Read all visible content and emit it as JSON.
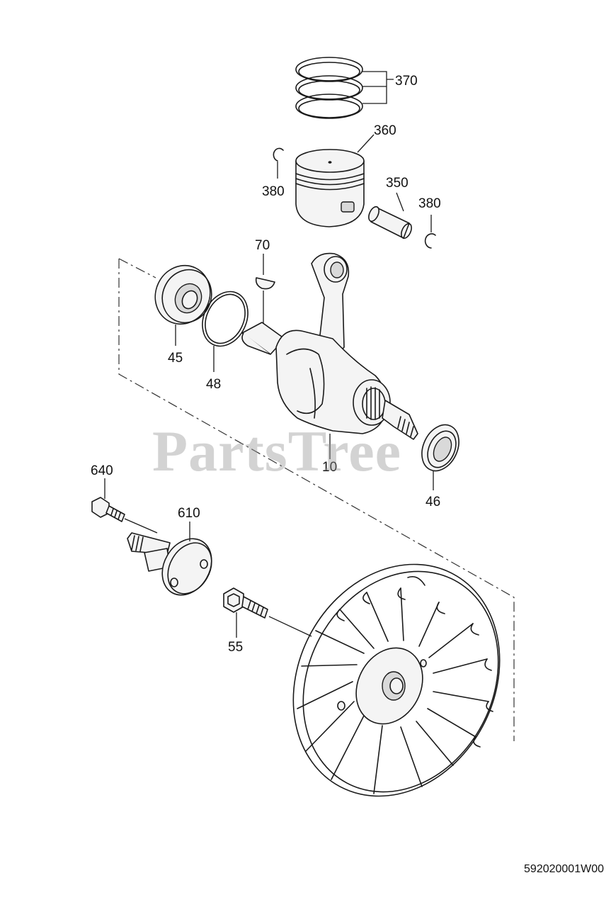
{
  "callouts": [
    {
      "id": "370",
      "text": "370"
    },
    {
      "id": "360",
      "text": "360"
    },
    {
      "id": "380a",
      "text": "380"
    },
    {
      "id": "350",
      "text": "350"
    },
    {
      "id": "380b",
      "text": "380"
    },
    {
      "id": "70",
      "text": "70"
    },
    {
      "id": "45",
      "text": "45"
    },
    {
      "id": "48",
      "text": "48"
    },
    {
      "id": "10",
      "text": "10"
    },
    {
      "id": "46",
      "text": "46"
    },
    {
      "id": "640",
      "text": "640"
    },
    {
      "id": "610",
      "text": "610"
    },
    {
      "id": "55",
      "text": "55"
    }
  ],
  "watermark": "PartsTree",
  "diagram_code": "592020001W00"
}
